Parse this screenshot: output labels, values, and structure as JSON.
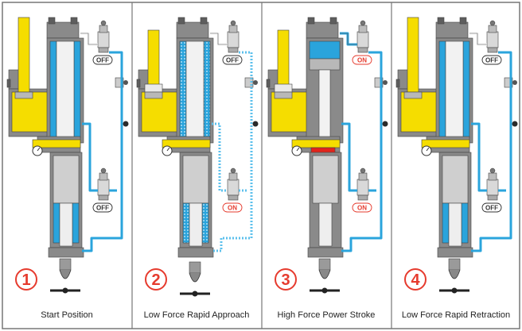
{
  "colors": {
    "frame": "#777777",
    "body": "#8a8a8a",
    "body_dark": "#5e5e5e",
    "light_body": "#cfcfcf",
    "oil": "#f5dd00",
    "air": "#2aa4dc",
    "air_dotted": "#5cc0ec",
    "pressure": "#e2241c",
    "number": "#e63b2e",
    "off_border": "#333333",
    "on_border": "#e63b2e"
  },
  "panels": [
    {
      "number": "1",
      "caption": "Start Position",
      "upper_valve": "OFF",
      "upper_valve_on": false,
      "lower_valve": "OFF",
      "lower_valve_on": false,
      "icon": "pressure-gauge-icon"
    },
    {
      "number": "2",
      "caption": "Low Force Rapid Approach",
      "upper_valve": "OFF",
      "upper_valve_on": false,
      "lower_valve": "ON",
      "lower_valve_on": true,
      "icon": "pressure-gauge-icon"
    },
    {
      "number": "3",
      "caption": "High Force Power Stroke",
      "upper_valve": "ON",
      "upper_valve_on": true,
      "lower_valve": "ON",
      "lower_valve_on": true,
      "icon": "pressure-gauge-icon"
    },
    {
      "number": "4",
      "caption": "Low Force Rapid Retraction",
      "upper_valve": "OFF",
      "upper_valve_on": false,
      "lower_valve": "OFF",
      "lower_valve_on": false,
      "icon": "pressure-gauge-icon"
    }
  ]
}
